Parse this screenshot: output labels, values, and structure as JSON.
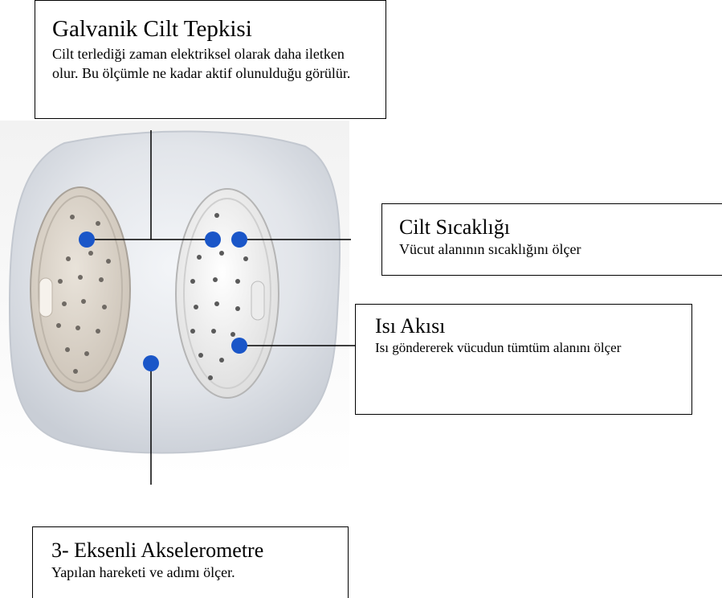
{
  "colors": {
    "sensor_dot": "#1a56c8",
    "device_body": "#e4e7ec",
    "pad_left": "#ddd6cc",
    "pad_right": "#f4f4f4"
  },
  "callouts": {
    "galvanic": {
      "title": "Galvanik Cilt Tepkisi",
      "description": " Cilt terlediği zaman elektriksel olarak daha iletken olur. Bu ölçümle ne kadar aktif olunulduğu görülür."
    },
    "skin_temperature": {
      "title": "Cilt Sıcaklığı",
      "description": "Vücut alanının sıcaklığını ölçer"
    },
    "heat_flux": {
      "title": "Isı Akısı",
      "description": "Isı göndererek vücudun  tümtüm alanını ölçer"
    },
    "accelerometer": {
      "title": "3- Eksenli Akselerometre",
      "description": "Yapılan hareketi ve adımı ölçer."
    }
  }
}
